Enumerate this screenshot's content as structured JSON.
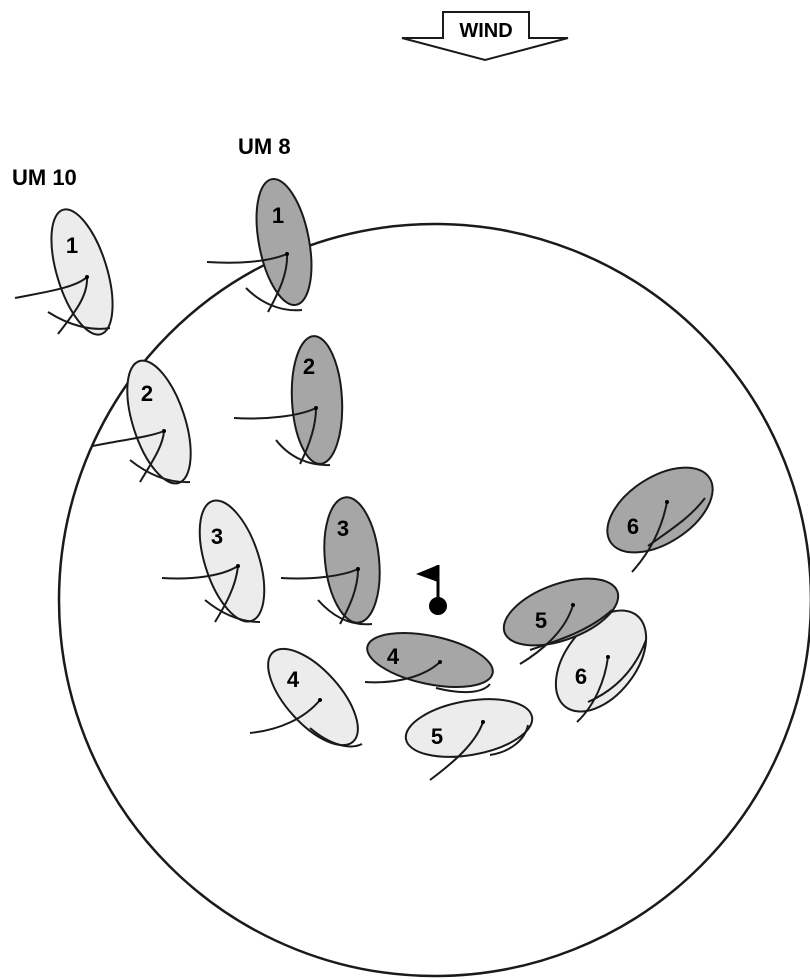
{
  "wind": {
    "label": "WIND"
  },
  "teams": [
    {
      "name": "UM 10",
      "color": "#ececec"
    },
    {
      "name": "UM 8",
      "color": "#a6a6a6"
    }
  ],
  "positions": [
    "1",
    "2",
    "3",
    "4",
    "5",
    "6"
  ],
  "colors": {
    "outline": "#1a1a1a",
    "background": "#ffffff",
    "mark": "#000000"
  }
}
